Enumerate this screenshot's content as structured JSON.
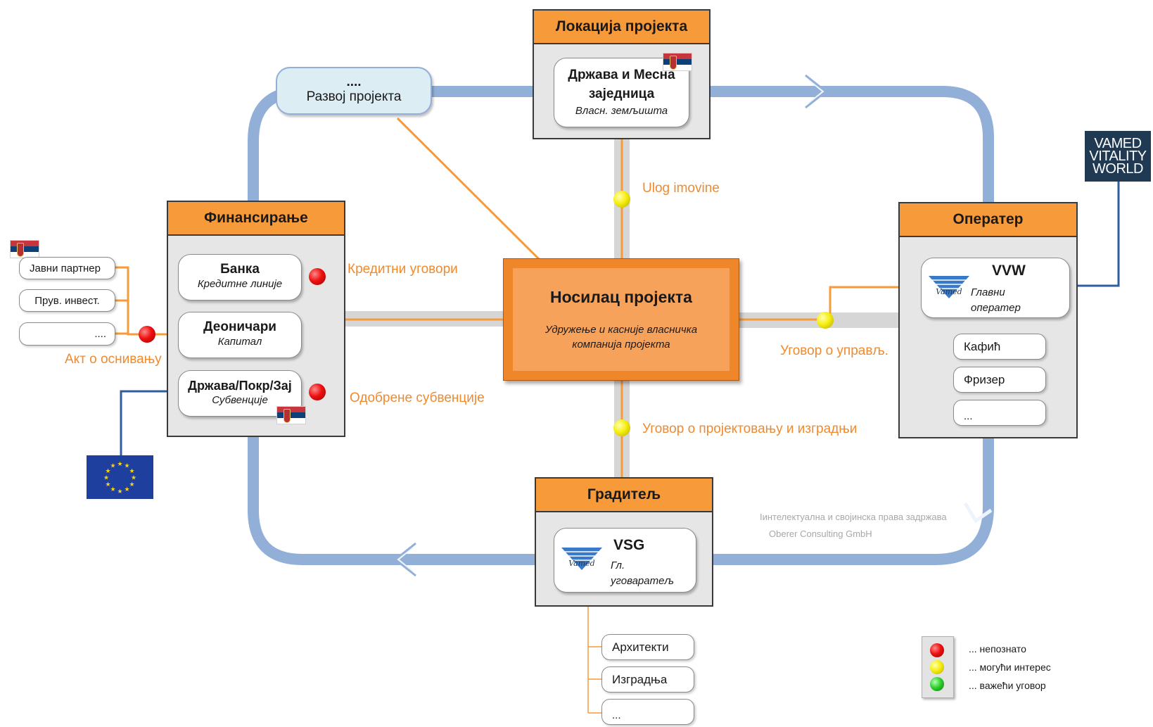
{
  "project_development": {
    "title": "....",
    "label": "Развој пројекта"
  },
  "location": {
    "header": "Локација пројекта",
    "box_title": "Држава и Месна заједница",
    "box_subtitle": "Власн. земљишта"
  },
  "financing": {
    "header": "Финансирање",
    "bank_title": "Банка",
    "bank_subtitle": "Кредитне  линије",
    "shareholders_title": "Деоничари",
    "shareholders_subtitle": "Капитал",
    "state_title": "Држава/Покр/Зај",
    "state_subtitle": "Субвенције"
  },
  "partners": {
    "items": [
      "Јавни партнер",
      "Прув. инвест.",
      "...."
    ],
    "label": "Акт о оснивању"
  },
  "operator": {
    "header": "Оператер",
    "box_title": "VVW",
    "box_subtitle": "Главни оператер",
    "sub_items": [
      "Кафић",
      "Фризер",
      "..."
    ]
  },
  "builder": {
    "header": "Градитељ",
    "box_title": "VSG",
    "box_subtitle": "Гл. уговаратељ",
    "sub_items": [
      "Архитекти",
      "Изградња",
      "..."
    ]
  },
  "center": {
    "title": "Носилац пројекта",
    "subtitle": "Удружење и касније власничка компанија пројекта"
  },
  "relations": {
    "asset_contribution": "Ulog imovine",
    "credit_agreements": "Кредитни уговори",
    "approved_subsidies": "Одобрене субвенције",
    "management_agreement": "Уговор о управљ.",
    "design_build_agreement": "Уговор о пројектовању и изградњи"
  },
  "vamed_logo": {
    "line1": "VAMED",
    "line2": "VITALITY",
    "line3": "WORLD"
  },
  "v_logo_text": "Vamed",
  "legend": {
    "unknown": "...  непознато",
    "possible_interest": "...  могући интерес",
    "valid_contract": "...  важећи уговор"
  },
  "copyright": {
    "line1": "Iинтелектуална и својинска права задржава",
    "line2": "Oberer Consulting GmbH"
  },
  "colors": {
    "orange_header": "#f79a3a",
    "orange_line": "#f79a3a",
    "blue_ring": "#92afd8",
    "grey_connector": "#d6d6d6",
    "dark_blue_line": "#2f5e9e",
    "box_grey": "#e6e6e6",
    "center_orange": "#f0862a"
  }
}
